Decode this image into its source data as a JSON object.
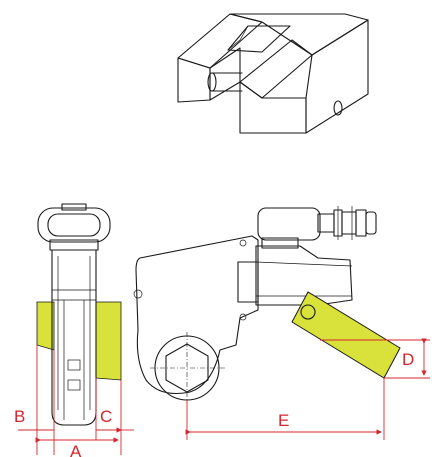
{
  "colors": {
    "accent": "#d4262d",
    "highlight": "#d8e23a",
    "outline": "#1a1a1a"
  },
  "dimensions": {
    "labels": [
      "A",
      "B",
      "C",
      "D",
      "E"
    ]
  }
}
